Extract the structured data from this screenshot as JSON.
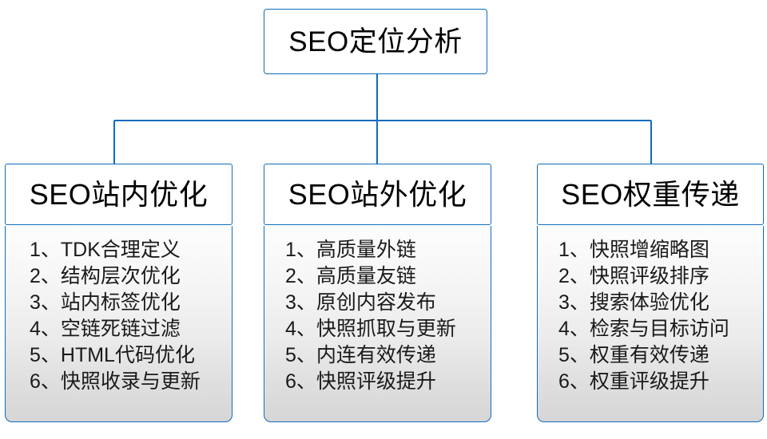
{
  "diagram": {
    "root": {
      "title": "SEO定位分析"
    },
    "accent_color": "#0f6cbd",
    "panel_fill_top": "#fdfdfd",
    "panel_fill_bottom": "#d6d6d6",
    "columns": [
      {
        "header": "SEO站内优化",
        "items": [
          "1、TDK合理定义",
          "2、结构层次优化",
          "3、站内标签优化",
          "4、空链死链过滤",
          "5、HTML代码优化",
          "6、快照收录与更新"
        ]
      },
      {
        "header": "SEO站外优化",
        "items": [
          "1、高质量外链",
          "2、高质量友链",
          "3、原创内容发布",
          "4、快照抓取与更新",
          "5、内连有效传递",
          "6、快照评级提升"
        ]
      },
      {
        "header": "SEO权重传递",
        "items": [
          "1、快照增缩略图",
          "2、快照评级排序",
          "3、搜索体验优化",
          "4、检索与目标访问",
          "5、权重有效传递",
          "6、权重评级提升"
        ]
      }
    ]
  }
}
